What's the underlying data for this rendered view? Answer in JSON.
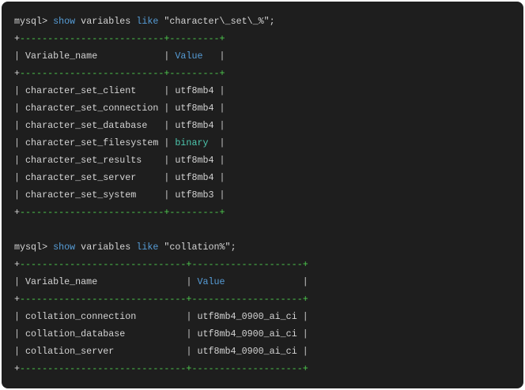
{
  "colors": {
    "background": "#1e1e1e",
    "page_background": "#ffffff",
    "text": "#d4d4d4",
    "keyword": "#569cd6",
    "border_dashes": "#4ec94e",
    "special_value": "#4ec9b0"
  },
  "query1": {
    "prompt": "mysql> ",
    "kw_show": "show",
    "mid": " variables ",
    "kw_like": "like",
    "arg": " \"character\\_set\\_%\";",
    "border_rest": "--------------------------+---------+",
    "header": {
      "col1": "Variable_name",
      "col1_pad": "            ",
      "col2": "Value",
      "col2_pad": "   "
    },
    "rows": [
      {
        "name": "character_set_client",
        "pad": "     ",
        "value": "utf8mb4",
        "vpad": " "
      },
      {
        "name": "character_set_connection",
        "pad": " ",
        "value": "utf8mb4",
        "vpad": " "
      },
      {
        "name": "character_set_database",
        "pad": "   ",
        "value": "utf8mb4",
        "vpad": " "
      },
      {
        "name": "character_set_filesystem",
        "pad": " ",
        "value": "binary",
        "vpad": "  "
      },
      {
        "name": "character_set_results",
        "pad": "    ",
        "value": "utf8mb4",
        "vpad": " "
      },
      {
        "name": "character_set_server",
        "pad": "     ",
        "value": "utf8mb4",
        "vpad": " "
      },
      {
        "name": "character_set_system",
        "pad": "     ",
        "value": "utf8mb3",
        "vpad": " "
      }
    ]
  },
  "query2": {
    "prompt": "mysql> ",
    "kw_show": "show",
    "mid": " variables ",
    "kw_like": "like",
    "arg": " \"collation%\";",
    "border_rest": "------------------------------+--------------------+",
    "header": {
      "col1": "Variable_name",
      "col1_pad": "                ",
      "col2": "Value",
      "col2_pad": "              "
    },
    "rows": [
      {
        "name": "collation_connection",
        "pad": "         ",
        "value": "utf8mb4_0900_ai_ci",
        "vpad": " "
      },
      {
        "name": "collation_database",
        "pad": "           ",
        "value": "utf8mb4_0900_ai_ci",
        "vpad": " "
      },
      {
        "name": "collation_server",
        "pad": "             ",
        "value": "utf8mb4_0900_ai_ci",
        "vpad": " "
      }
    ]
  },
  "symbols": {
    "plus": "+",
    "pipe": "|",
    "sp": " "
  }
}
